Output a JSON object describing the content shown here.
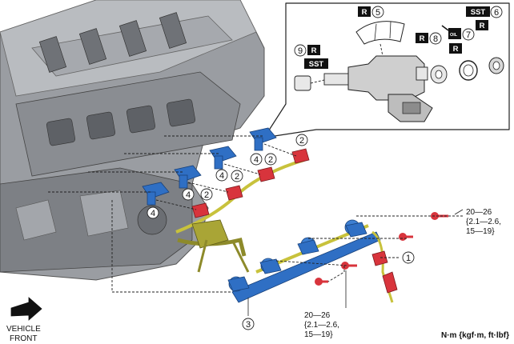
{
  "labels": {
    "part1": "1",
    "part2": "2",
    "part3": "3",
    "part4": "4",
    "part5": "5",
    "part6": "6",
    "part7": "7",
    "part8": "8",
    "part9": "9"
  },
  "badges": {
    "replace": "R",
    "sst": "SST",
    "oil": "OIL"
  },
  "torque": {
    "upper": {
      "line1": "20—26",
      "line2": "{2.1—2.6,",
      "line3": "15—19}"
    },
    "lower": {
      "line1": "20—26",
      "line2": "{2.1—2.6,",
      "line3": "15—19}"
    },
    "units": "N·m {kgf·m, ft·lbf}"
  },
  "vehicle_front": {
    "line1": "VEHICLE",
    "line2": "FRONT"
  },
  "colors": {
    "injector_blue": "#2f6fc4",
    "cushion_red": "#d8343c",
    "harness_yellow": "#c8c23c",
    "engine_gray": "#8c8f94"
  }
}
